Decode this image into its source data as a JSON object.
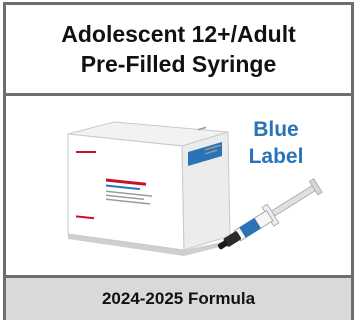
{
  "header": {
    "title_line1": "Adolescent 12+/Adult",
    "title_line2": "Pre-Filled Syringe"
  },
  "label": {
    "line1": "Blue",
    "line2": "Label",
    "color": "#2a73b8"
  },
  "footer": {
    "formula": "2024-2025 Formula"
  },
  "colors": {
    "border": "#6e6e6e",
    "footer_bg": "#d9d9d9",
    "carton_accent": "#c8102e"
  },
  "images": {
    "carton": "vaccine-carton-image",
    "syringe": "pre-filled-syringe-image"
  }
}
